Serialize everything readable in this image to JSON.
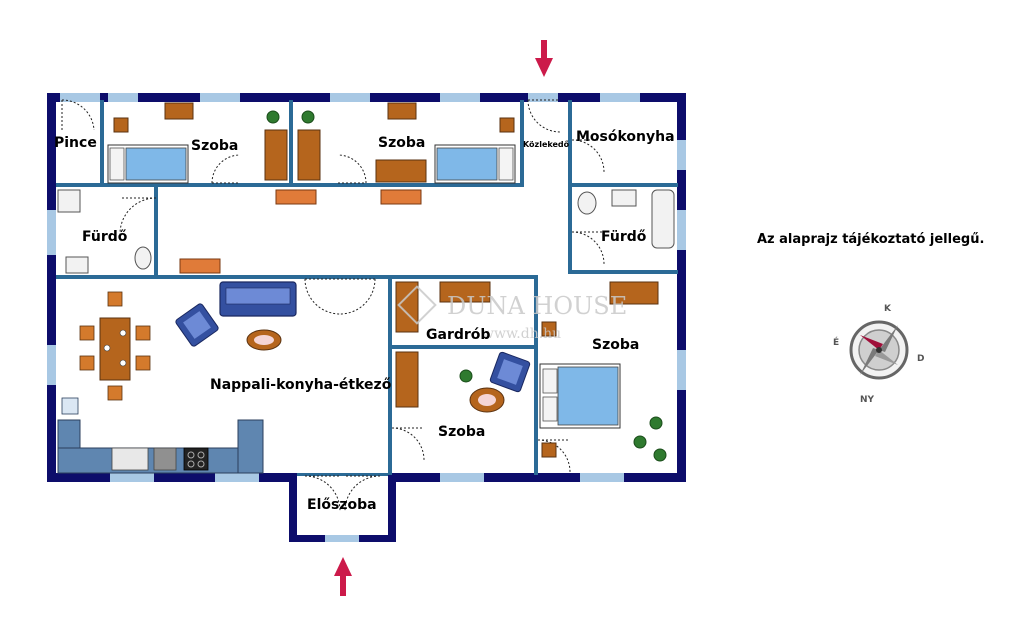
{
  "disclaimer": "Az alaprajz tájékoztató jellegű.",
  "rooms": {
    "pince": "Pince",
    "szoba_1": "Szoba",
    "szoba_2": "Szoba",
    "kozlekedo": "Közlekedő",
    "mosokonyha": "Mosókonyha",
    "furdo_1": "Fürdő",
    "furdo_2": "Fürdő",
    "nappali": "Nappali-konyha-étkező",
    "gardrob": "Gardrób",
    "szoba_3": "Szoba",
    "szoba_4": "Szoba",
    "eloszoba": "Előszoba"
  },
  "compass": {
    "north": "K",
    "east": "D",
    "south": "NY",
    "west": "É"
  },
  "watermark": {
    "brand": "DUNA HOUSE",
    "url": "www.dh.hu"
  },
  "colors": {
    "wall": "#0d0d6b",
    "window": "#a8c8e4",
    "divider": "#2b6a96",
    "wood": "#b5651d",
    "bed": "#7fb8e8",
    "counter": "#5f86b0",
    "sofa": "#3450a0",
    "arrow": "#cc1a4a",
    "plant": "#2f7a2f"
  },
  "icons": [
    "entrance-arrow-icon",
    "compass-icon"
  ]
}
